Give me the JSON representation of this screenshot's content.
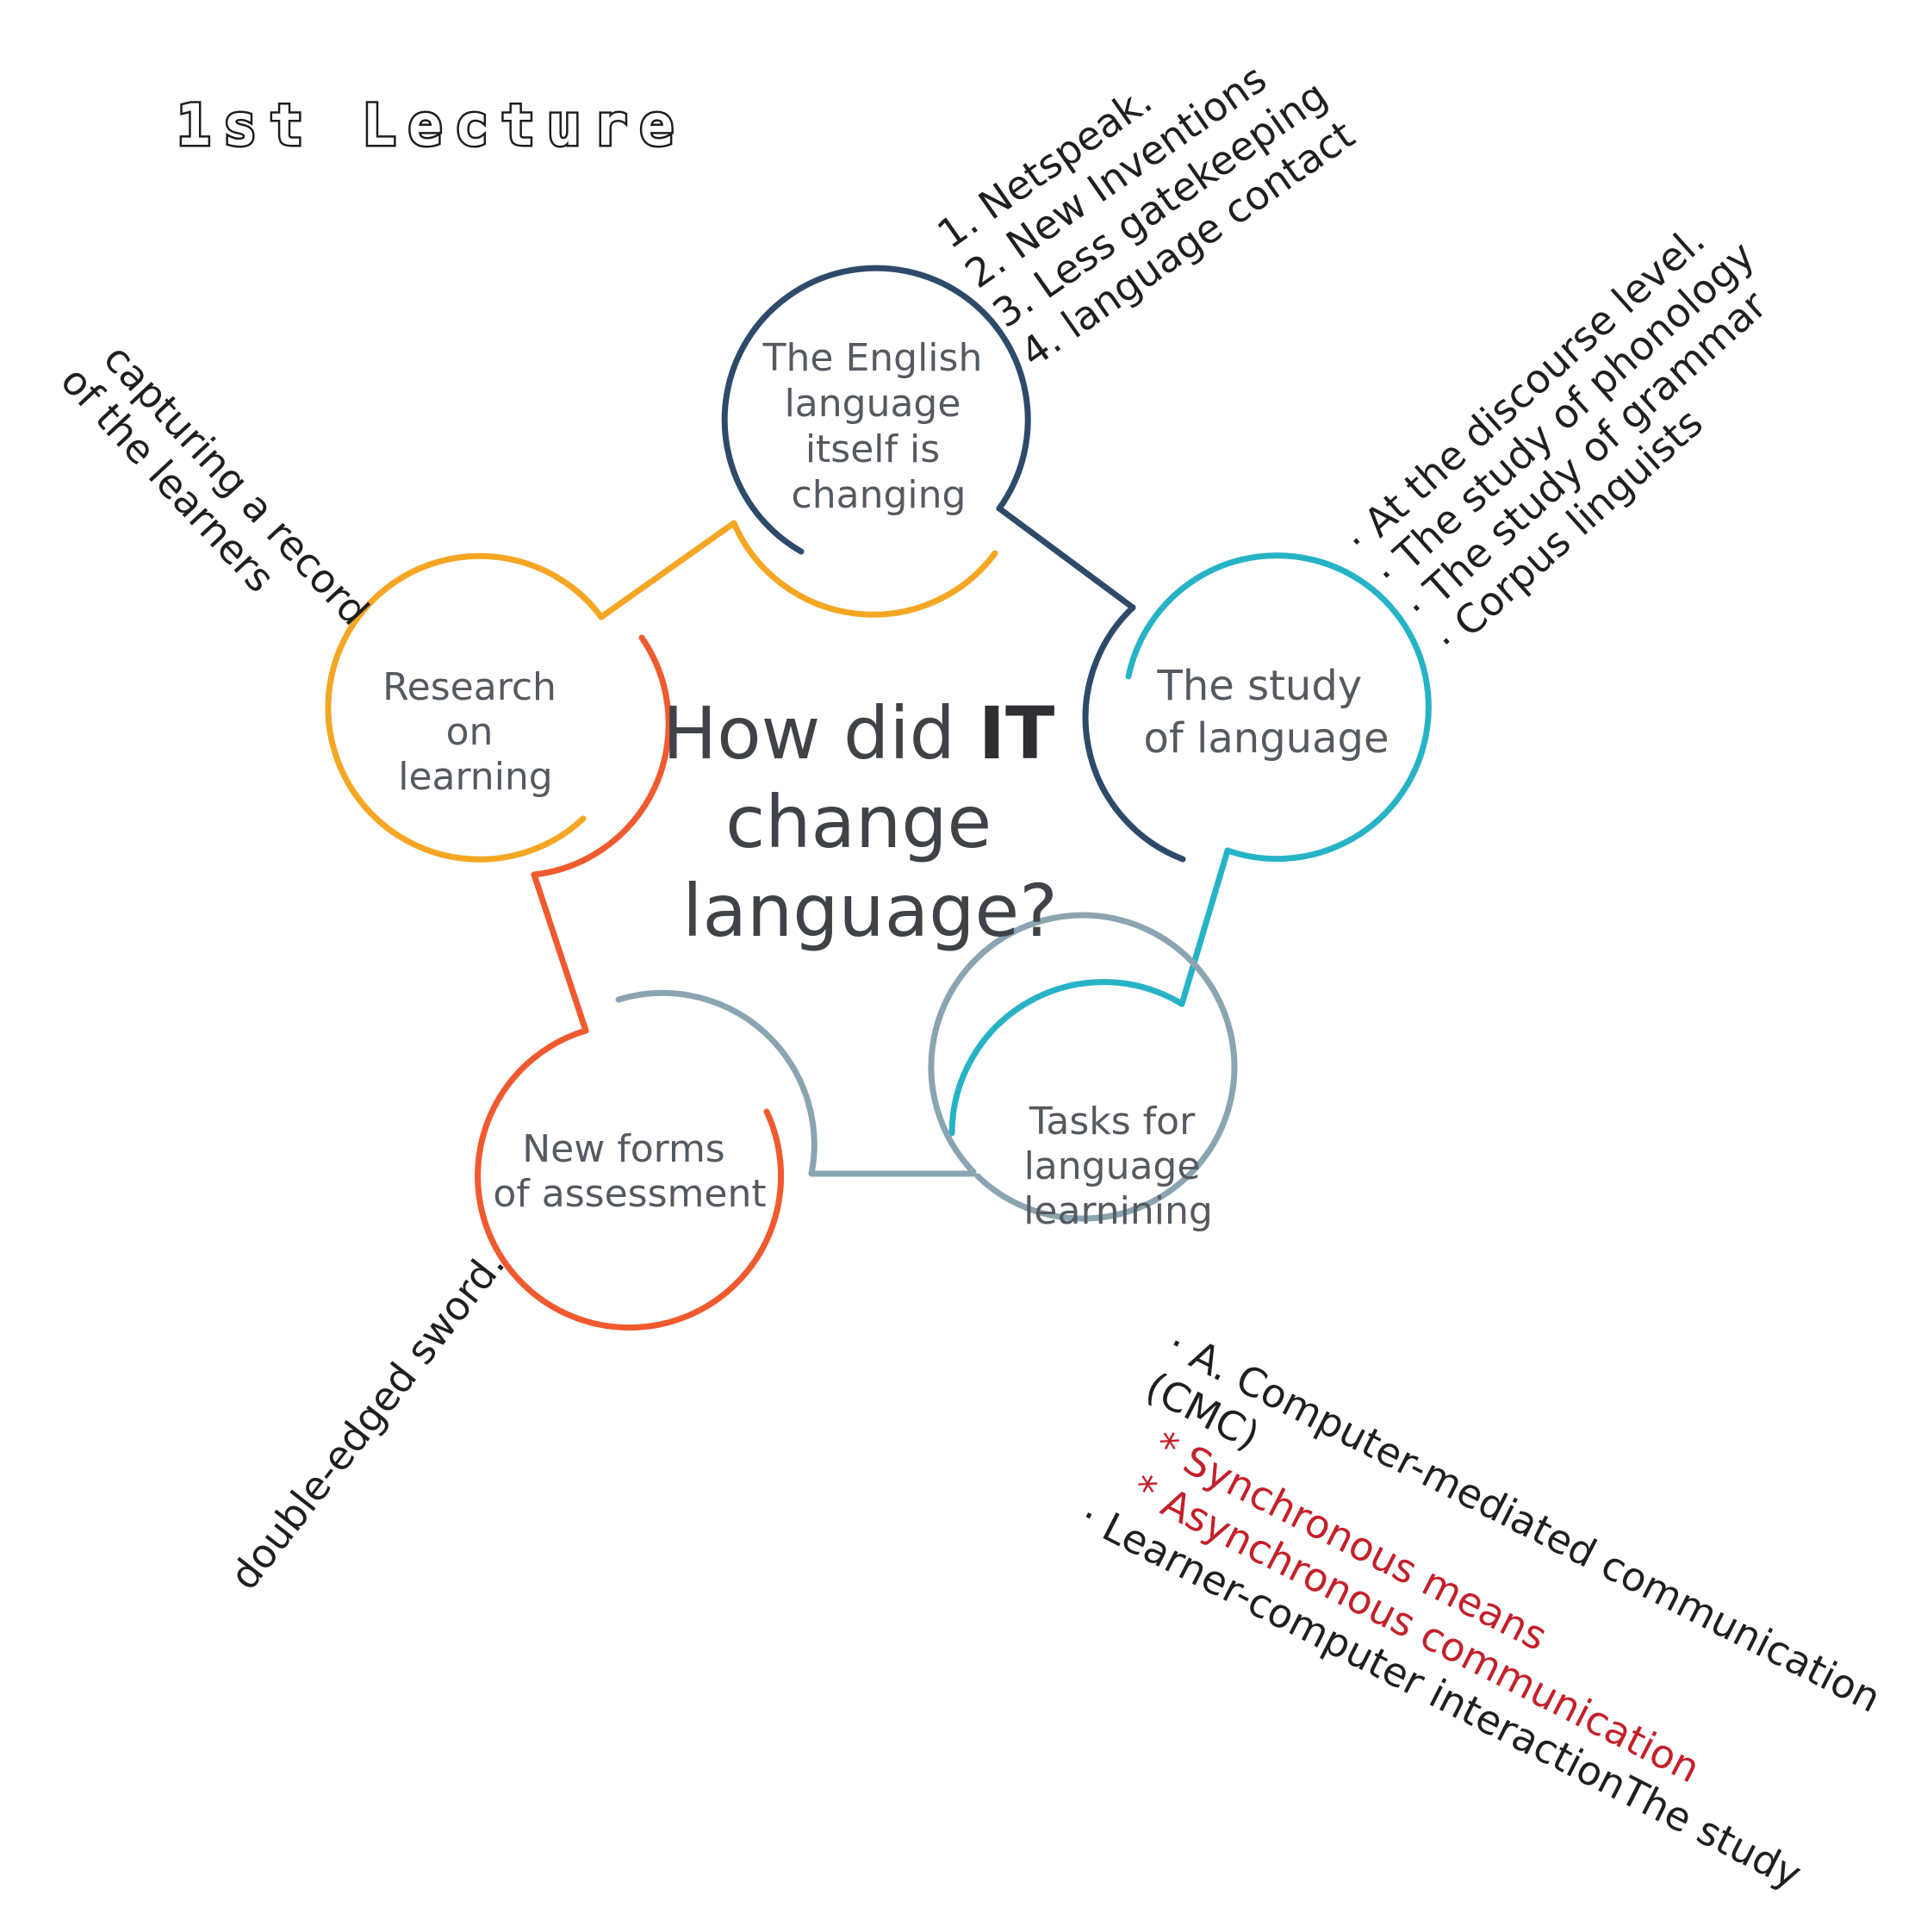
{
  "title": "1st Lecture",
  "center_question": {
    "line1_prefix": "How did ",
    "line1_bold": "IT",
    "line2": "change",
    "line3": "language?"
  },
  "nodes": [
    {
      "id": "english",
      "lines": [
        "The English",
        "language",
        "itself is",
        "changing"
      ],
      "color": "#2e4a6b"
    },
    {
      "id": "study",
      "lines": [
        "The study",
        "of language"
      ],
      "color": "#27b3c6"
    },
    {
      "id": "tasks",
      "lines": [
        "Tasks for",
        "language",
        "learnining"
      ],
      "color": "#8aa4b1"
    },
    {
      "id": "assessment",
      "lines": [
        "New forms",
        "of assessment"
      ],
      "color": "#f05a2e"
    },
    {
      "id": "research",
      "lines": [
        "Research",
        "on",
        "learning"
      ],
      "color": "#f5a623"
    }
  ],
  "notes": {
    "english": [
      "1.    Netspeak.",
      "2.    New Inventions",
      "3.    Less gatekeeping",
      "4.    language contact"
    ],
    "study": [
      "·  At the discourse level.",
      "·  The study of phonology",
      "·  The study of grammar",
      "·  Corpus linguists"
    ],
    "research": [
      "capturing a record",
      "of the learners"
    ],
    "assessment": [
      "double-edged sword."
    ],
    "tasks": {
      "line1": "·  A. Computer-mediated communication",
      "line2": "(CMC)",
      "line3": "* Synchronous means",
      "line4": "* Asynchronous communication",
      "line5": "·  Learner-computer interactionThe study"
    }
  }
}
